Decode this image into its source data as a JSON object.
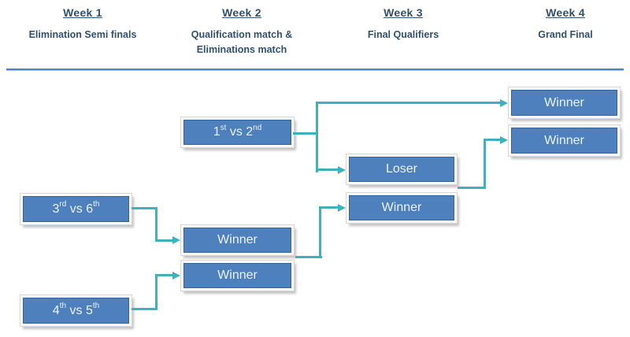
{
  "header": {
    "columns": [
      {
        "week": "Week 1",
        "subtitle_lines": [
          "Elimination Semi finals"
        ]
      },
      {
        "week": "Week 2",
        "subtitle_lines": [
          "Qualification match &",
          "Eliminations match"
        ]
      },
      {
        "week": "Week 3",
        "subtitle_lines": [
          "Final Qualifiers"
        ]
      },
      {
        "week": "Week 4",
        "subtitle_lines": [
          "Grand Final"
        ]
      }
    ]
  },
  "bracket": {
    "match_1v2": {
      "num1": "1",
      "sup1": "st",
      "vs": " vs ",
      "num2": "2",
      "sup2": "nd"
    },
    "match_3v6": {
      "num1": "3",
      "sup1": "rd",
      "vs": " vs ",
      "num2": "6",
      "sup2": "th"
    },
    "match_4v5": {
      "num1": "4",
      "sup1": "th",
      "vs": " vs ",
      "num2": "5",
      "sup2": "th"
    },
    "w2_winner_top": {
      "label": "Winner"
    },
    "w2_winner_bottom": {
      "label": "Winner"
    },
    "w3_loser": {
      "label": "Loser"
    },
    "w3_winner": {
      "label": "Winner"
    },
    "w4_winner_top": {
      "label": "Winner"
    },
    "w4_winner_bottom": {
      "label": "Winner"
    }
  },
  "colors": {
    "box_fill": "#4D80BC",
    "box_text": "#ECF3FB",
    "connector_teal": "#42AFBF",
    "header_text": "#31506F",
    "divider_blue": "#4F81BD"
  }
}
